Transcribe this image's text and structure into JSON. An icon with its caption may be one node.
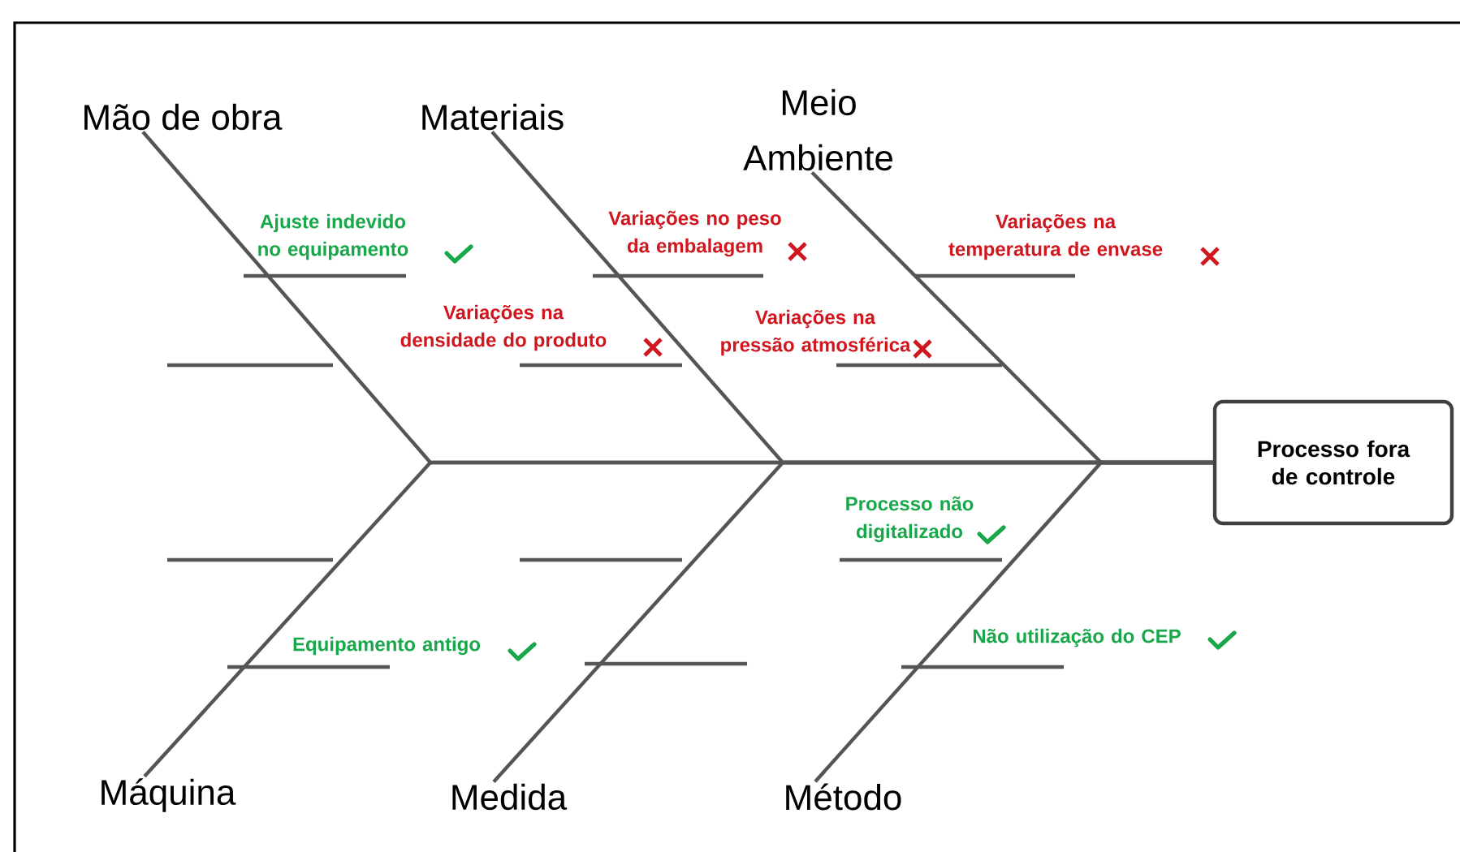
{
  "diagram": {
    "nodes": [
      {
        "text": [
          "Mão de obra"
        ]
      },
      {
        "text": [
          "Materiais"
        ]
      },
      {
        "text": [
          "Meio Ambiente"
        ]
      },
      {
        "text": [
          "Processo fora de controle"
        ]
      },
      {
        "text": [
          "Máquina"
        ]
      },
      {
        "text": [
          "Medida"
        ]
      },
      {
        "text": [
          "Método"
        ]
      }
    ],
    "edges": [
      {
        "from": 0,
        "to": 3,
        "arrow": "none"
      },
      {
        "from": 1,
        "to": 3,
        "arrow": "none"
      },
      {
        "from": 2,
        "to": 3,
        "arrow": "none"
      },
      {
        "from": 4,
        "to": 3,
        "arrow": "none"
      },
      {
        "from": 5,
        "to": 3,
        "arrow": "none"
      },
      {
        "from": 6,
        "to": 3,
        "arrow": "none"
      }
    ],
    "labels": [
      "Ajuste indevido no equipamento",
      "Variações no peso da embalagem",
      "Variações na temperatura de envase",
      "Variações na densidade do produto",
      "Variações na pressão atmosférica",
      "Processo não digitalizado",
      "Não utilização do CEP",
      "Equipamento antigo"
    ]
  }
}
